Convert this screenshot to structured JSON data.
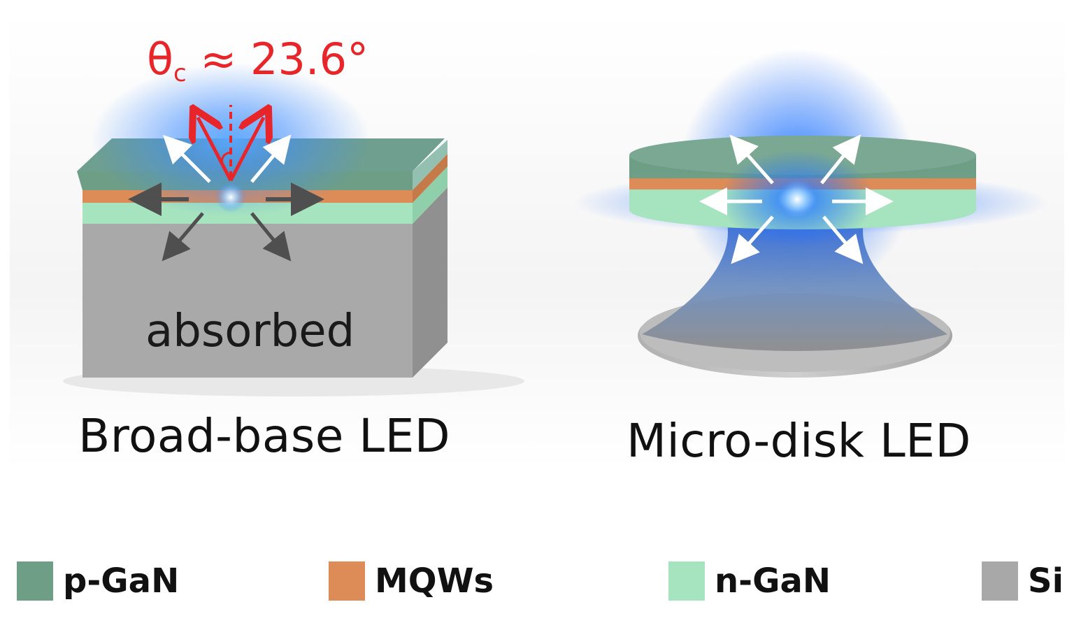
{
  "broad_base": {
    "critical_angle_symbol": "θ",
    "critical_angle_subscript": "c",
    "critical_angle_value": "≈ 23.6°",
    "absorbed_label": "absorbed",
    "caption": "Broad-base LED"
  },
  "micro_disk": {
    "caption": "Micro-disk LED"
  },
  "legend": [
    {
      "label": "p-GaN",
      "color": "#6e9e86"
    },
    {
      "label": "MQWs",
      "color": "#dd8c57"
    },
    {
      "label": "n-GaN",
      "color": "#a6e3bf"
    },
    {
      "label": "Si",
      "color": "#a8a8a8"
    }
  ],
  "colors": {
    "emission_blue": "#1e78ff",
    "angle_red": "#e8262a",
    "arrow_white": "#ffffff",
    "arrow_dark": "#555555"
  }
}
